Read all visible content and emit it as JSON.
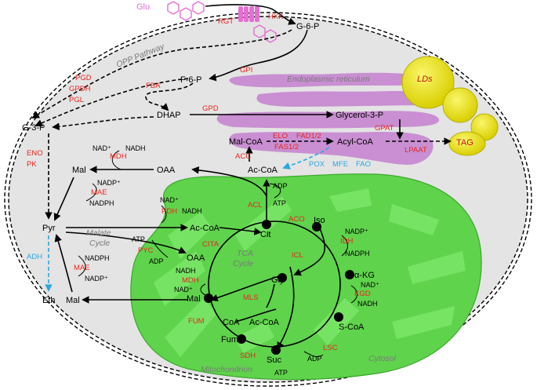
{
  "regions": {
    "opp_pathway": "OPP Pathway",
    "er": "Endoplasmic reticulum",
    "lds": "LDs",
    "malate_cycle_1": "Malate",
    "malate_cycle_2": "Cycle",
    "tca_cycle_1": "TCA",
    "tca_cycle_2": "Cycle",
    "mito": "Mitochondrion",
    "cytosol": "Cytosol"
  },
  "metabolites": {
    "glu": "Glu",
    "g6p": "G-6-P",
    "f6p": "F-6-P",
    "dhap": "DHAP",
    "g3p_left": "G-3-P",
    "glycerol3p": "Glycerol-3-P",
    "malcoa": "Mal-CoA",
    "acylcoa": "Acyl-CoA",
    "tag": "TAG",
    "accoa_cyt": "Ac-CoA",
    "oaa_cyt": "OAA",
    "mal_top": "Mal",
    "pyr": "Pyr",
    "eth": "Eth",
    "mal_bottom": "Mal",
    "accoa_mito": "Ac-CoA",
    "oaa_mito": "OAA",
    "cit": "Cit",
    "iso": "Iso",
    "akg": "α-KG",
    "scoa": "S-CoA",
    "suc": "Suc",
    "fum": "Fum",
    "mal_mito": "Mal",
    "gly": "Gly",
    "coa": "CoA",
    "accoa_gs": "Ac-CoA"
  },
  "enzymes": {
    "rgt": "RGT",
    "hxk": "HXK",
    "gpi": "GPI",
    "fba": "FBA",
    "pgd": "PGD",
    "gpdh": "GPDH",
    "pgl": "PGL",
    "gpd": "GPD",
    "eno": "ENO",
    "pk": "PK",
    "mdh_top": "MDH",
    "mae_top": "MAE",
    "acc": "ACC",
    "elo": "ELO",
    "fad": "FAD1/2",
    "fas": "FAS1/2",
    "gpat": "GPAT",
    "lpaat": "LPAAT",
    "acl": "ACL",
    "pdh": "PDH",
    "pyc": "PYC",
    "cita": "CITA",
    "aco": "ACO",
    "icl": "ICL",
    "idh": "IDH",
    "kgd": "KGD",
    "mdh_mito": "MDH",
    "mls": "MLS",
    "fum": "FUM",
    "sdh": "SDH",
    "lsc": "LSC",
    "mae_bottom": "MAE"
  },
  "blue_enzymes": {
    "adh": "ADH",
    "pox": "POX",
    "mfe": "MFE",
    "fao": "FAO"
  },
  "cofactors": {
    "nadp_top": "NAD⁺",
    "nadh_top": "NADH",
    "nadpp_top": "NADP⁺",
    "nadph_top": "NADPH",
    "atp_acl": "ATP",
    "adp_acl": "ADP",
    "nad_pdh": "NAD⁺",
    "nadh_pdh": "NADH",
    "atp_pyc": "ATP",
    "adp_pyc": "ADP",
    "nadph_mae": "NADPH",
    "nadpp_mae": "NADP⁺",
    "nadpp_idh": "NADP⁺",
    "nadph_idh": "NADPH",
    "nad_kgd": "NAD⁺",
    "nadh_kgd": "NADH",
    "nadh_mdh": "NADH",
    "nad_mdh": "NAD⁺",
    "adp_lsc": "ADP",
    "atp_lsc": "ATP"
  },
  "colors": {
    "enzyme": "#e8251f",
    "blue": "#2aa7e0",
    "mito": "#5fd34c",
    "er": "#c98fd2",
    "ld": "#e9e000",
    "cell": "#e4e4e4",
    "glu": "#e46fd3"
  }
}
